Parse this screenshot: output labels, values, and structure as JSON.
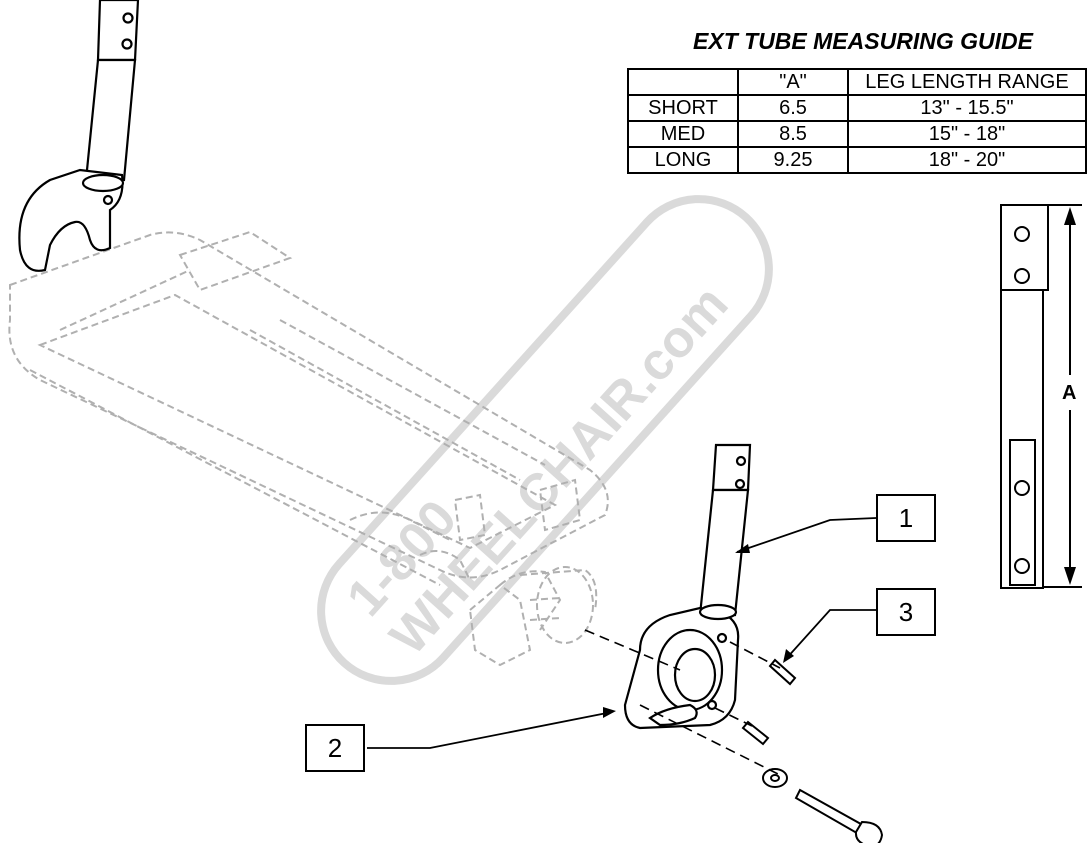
{
  "guide": {
    "title": "EXT TUBE MEASURING GUIDE",
    "headers": [
      "",
      "\"A\"",
      "LEG LENGTH RANGE"
    ],
    "rows": [
      [
        "SHORT",
        "6.5",
        "13\" - 15.5\""
      ],
      [
        "MED",
        "8.5",
        "15\" - 18\""
      ],
      [
        "LONG",
        "9.25",
        "18\" - 20\""
      ]
    ]
  },
  "dimension": {
    "label": "A"
  },
  "callouts": [
    "1",
    "2",
    "3"
  ],
  "watermark": {
    "text_line1": "1-800",
    "text_line2": "WHEELCHAIR.com"
  },
  "colors": {
    "line": "#000000",
    "ghost": "#b5b5b5",
    "watermark": "#d0d0d0"
  }
}
